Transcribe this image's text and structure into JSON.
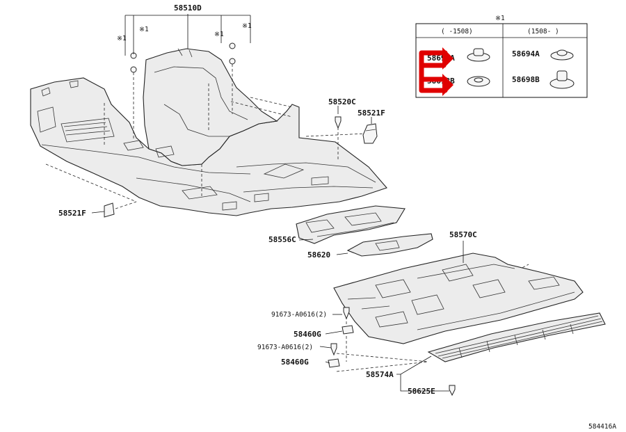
{
  "labels": {
    "assembly": "58510D",
    "note_mark": "※1",
    "pad_c": "58520C",
    "clip_f_top": "58521F",
    "clip_f_left": "58521F",
    "cover_c": "58556C",
    "plate": "58620",
    "rear_mat": "58570C",
    "bolt_1": "91673-A0616(2)",
    "bolt_2": "91673-A0616(2)",
    "nut_1": "58460G",
    "nut_2": "58460G",
    "trim_a": "58574A",
    "screw_e": "58625E",
    "diagram_id": "584416A"
  },
  "inset": {
    "header": "※1",
    "col_left": "(   -1508)",
    "col_right": "(1508-   )",
    "rows": [
      {
        "left": "58694A",
        "right": "58694A"
      },
      {
        "left": "58698B",
        "right": "58698B"
      }
    ]
  },
  "highlight_color": "#e00000"
}
